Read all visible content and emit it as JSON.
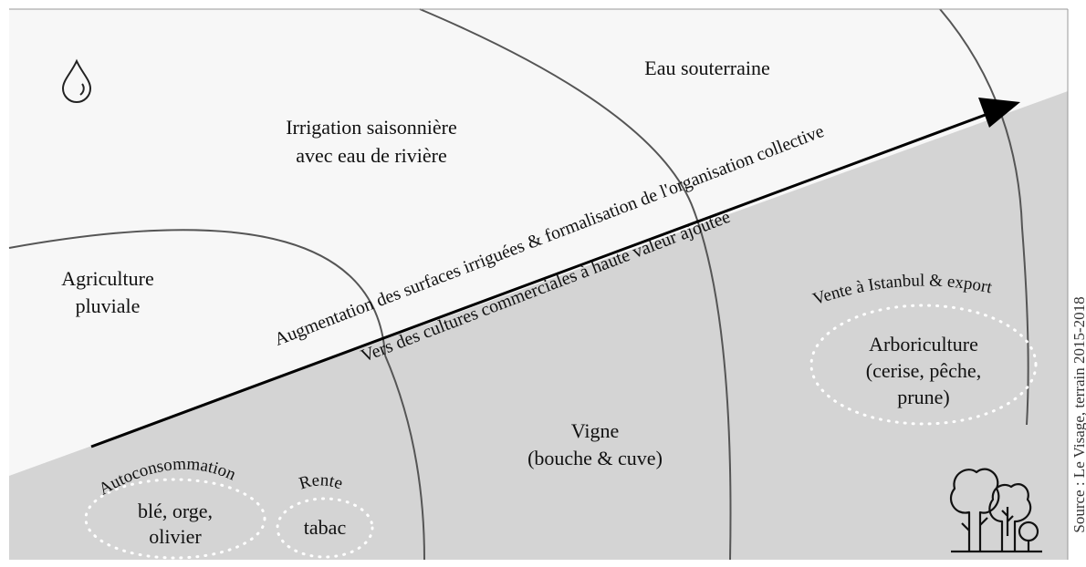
{
  "colors": {
    "upper_background": "#f7f7f7",
    "lower_background": "#d4d4d4",
    "arc_stroke": "#555555",
    "cluster_outline": "#ffffff",
    "text": "#111111"
  },
  "icons": {
    "water": "water-drop-icon",
    "trees": "trees-icon"
  },
  "zones": {
    "groundwater": "Eau souterraine",
    "seasonal_irrigation": [
      "Irrigation saisonnière",
      "avec eau de rivière"
    ],
    "rainfed": [
      "Agriculture",
      "pluviale"
    ]
  },
  "trend_arrow": {
    "main_label": "Augmentation des surfaces irriguées & formalisation de l'organisation collective",
    "sub_label": "Vers des cultures commerciales à haute valeur ajoutée"
  },
  "clusters": {
    "subsistence": {
      "label": "Autoconsommation",
      "crops": [
        "blé, orge,",
        "olivier"
      ]
    },
    "cash": {
      "label": "Rente",
      "crops": [
        "tabac"
      ]
    },
    "vine": {
      "crops": [
        "Vigne",
        "(bouche & cuve)"
      ]
    },
    "orchards": {
      "label": "Vente à Istanbul & export",
      "crops": [
        "Arboriculture",
        "(cerise, pêche,",
        "prune)"
      ]
    }
  },
  "source": "Source : Le Visage, terrain 2015-2018"
}
